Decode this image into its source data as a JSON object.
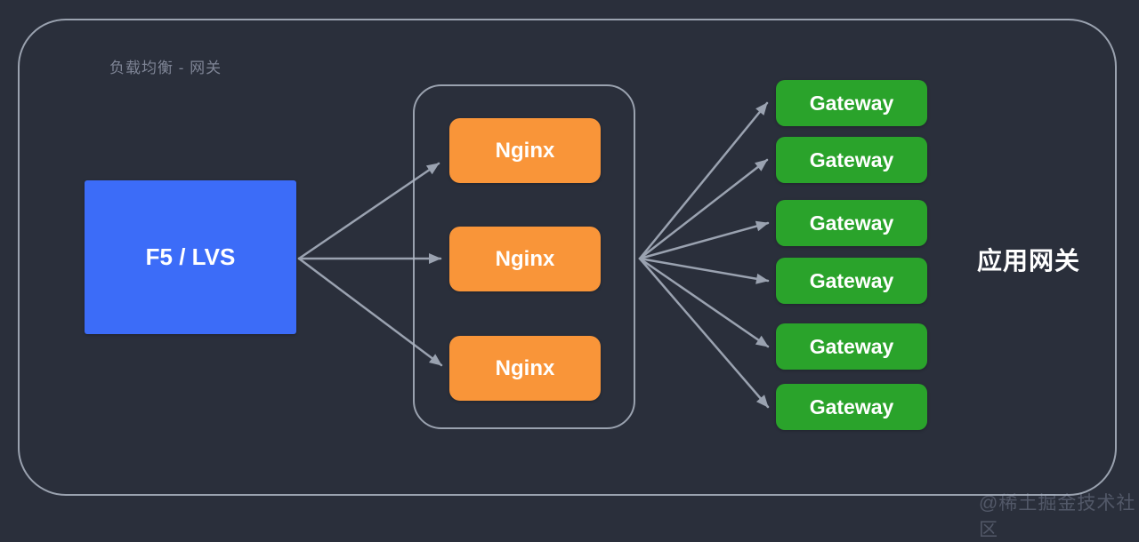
{
  "title": "负载均衡 - 网关",
  "source": {
    "label": "F5 / LVS",
    "color": "#3c6cf8"
  },
  "nginx_group": {
    "color": "#f99539",
    "nodes": [
      {
        "label": "Nginx"
      },
      {
        "label": "Nginx"
      },
      {
        "label": "Nginx"
      }
    ]
  },
  "gateway_group": {
    "label": "应用网关",
    "color": "#2aa32b",
    "nodes": [
      {
        "label": "Gateway"
      },
      {
        "label": "Gateway"
      },
      {
        "label": "Gateway"
      },
      {
        "label": "Gateway"
      },
      {
        "label": "Gateway"
      },
      {
        "label": "Gateway"
      }
    ]
  },
  "edges": [
    {
      "from": "f5-lvs",
      "to": "nginx-1"
    },
    {
      "from": "f5-lvs",
      "to": "nginx-2"
    },
    {
      "from": "f5-lvs",
      "to": "nginx-3"
    },
    {
      "from": "nginx-group",
      "to": "gateway-1"
    },
    {
      "from": "nginx-group",
      "to": "gateway-2"
    },
    {
      "from": "nginx-group",
      "to": "gateway-3"
    },
    {
      "from": "nginx-group",
      "to": "gateway-4"
    },
    {
      "from": "nginx-group",
      "to": "gateway-5"
    },
    {
      "from": "nginx-group",
      "to": "gateway-6"
    }
  ],
  "colors": {
    "background": "#2a2f3b",
    "frame_border": "#aeb6c4",
    "arrow": "#9aa2b0",
    "text_title": "#7e8495"
  },
  "watermark": "@稀土掘金技术社区"
}
